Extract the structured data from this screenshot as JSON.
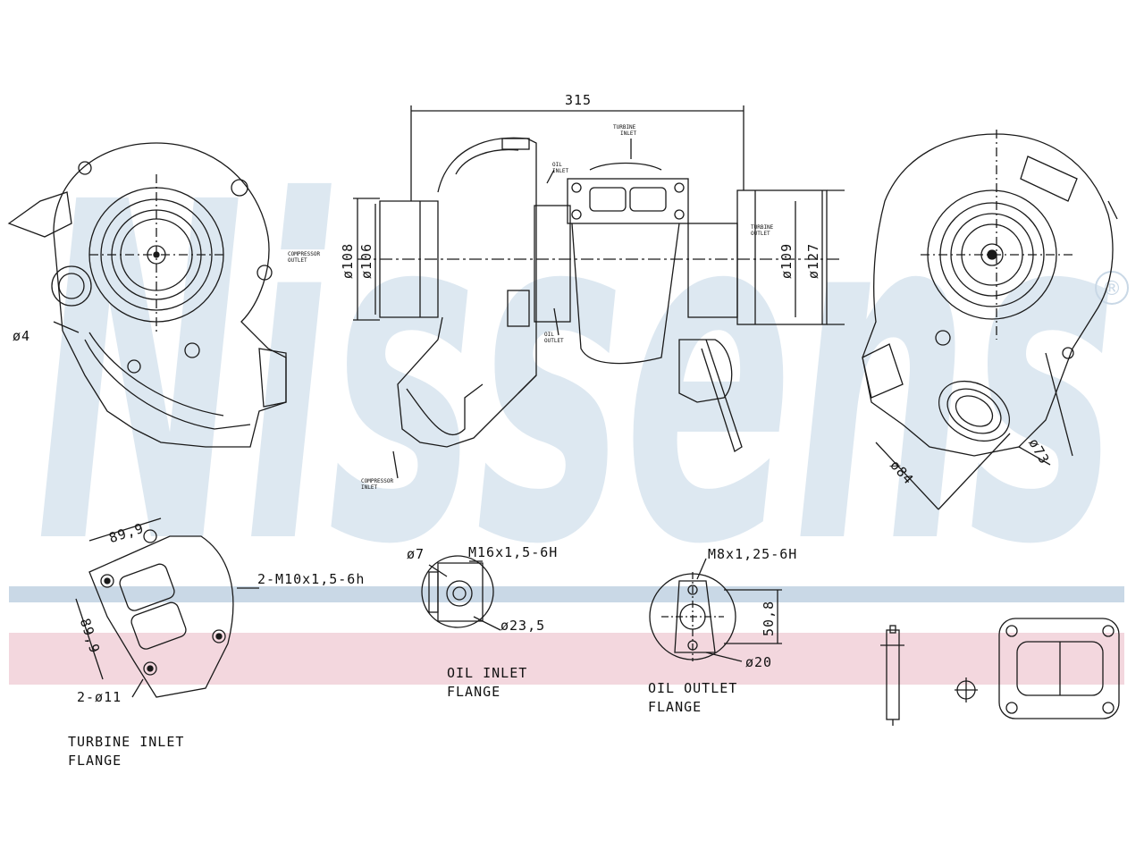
{
  "watermark": {
    "brand": "Nissens",
    "mark": "®",
    "colors": {
      "letters": "#dde8f1",
      "band_blue": "#c9d8e6",
      "band_red": "#f3d7de"
    }
  },
  "dimensions": {
    "overall_length": "315",
    "d108": "ø108",
    "d106": "ø106",
    "d109": "ø109",
    "d127": "ø127",
    "d4": "ø4",
    "d84": "ø84",
    "d73": "ø73",
    "d7": "ø7",
    "m16": "M16x1,5-6H",
    "d23_5": "ø23,5",
    "m8": "M8x1,25-6H",
    "d50_8": "50,8",
    "d20": "ø20",
    "d89_9_a": "89,9",
    "d89_9_b": "89,9",
    "m10": "2-M10x1,5-6h",
    "d11": "2-ø11"
  },
  "small_labels": {
    "turbine_inlet_top_1": "TURBINE",
    "turbine_inlet_top_2": "INLET",
    "compressor_outlet_1": "COMPRESSOR",
    "compressor_outlet_2": "OUTLET",
    "compressor_inlet_1": "COMPRESSOR",
    "compressor_inlet_2": "INLET",
    "turbine_outlet_1": "TURBINE",
    "turbine_outlet_2": "OUTLET",
    "oil_inlet_1": "OIL",
    "oil_inlet_2": "INLET",
    "oil_outlet_1": "OIL",
    "oil_outlet_2": "OUTLET"
  },
  "captions": {
    "turbine_inlet_1": "TURBINE INLET",
    "turbine_inlet_2": "FLANGE",
    "oil_inlet_1": "OIL INLET",
    "oil_inlet_2": "FLANGE",
    "oil_outlet_1": "OIL OUTLET",
    "oil_outlet_2": "FLANGE"
  }
}
